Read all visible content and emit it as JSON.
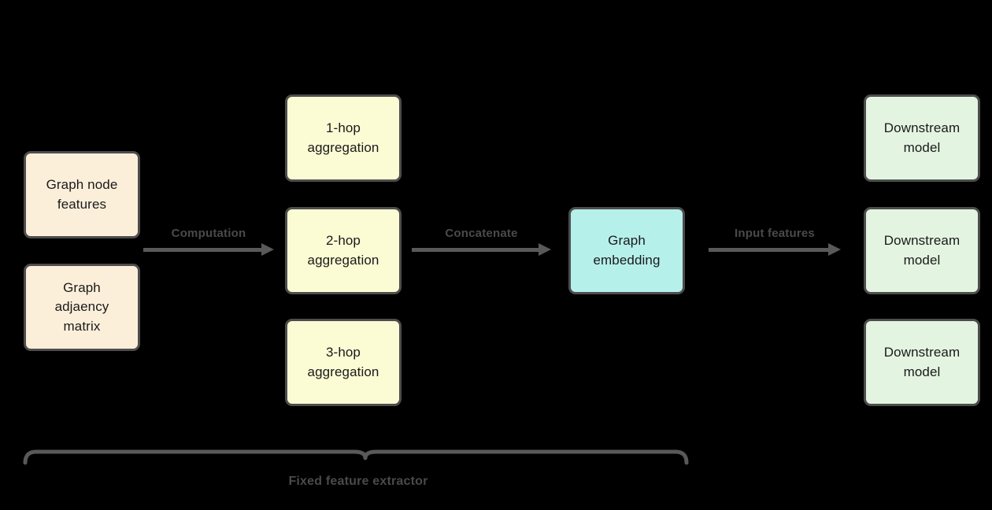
{
  "diagram": {
    "background_color": "#000000",
    "border_color": "#4d4d4d",
    "accent_color": "#595959",
    "inputs": [
      {
        "label": "Graph node\nfeatures",
        "fill": "#fcefda"
      },
      {
        "label": "Graph\nadjaency\nmatrix",
        "fill": "#fcefda"
      }
    ],
    "aggregations": [
      {
        "label": "1-hop\naggregation",
        "fill": "#fbfbd4"
      },
      {
        "label": "2-hop\naggregation",
        "fill": "#fbfbd4"
      },
      {
        "label": "3-hop\naggregation",
        "fill": "#fbfbd4"
      }
    ],
    "embedding": {
      "label": "Graph\nembedding",
      "fill": "#b6f0eb"
    },
    "downstream": [
      {
        "label": "Downstream\nmodel",
        "fill": "#e3f5e1"
      },
      {
        "label": "Downstream\nmodel",
        "fill": "#e3f5e1"
      },
      {
        "label": "Downstream\nmodel",
        "fill": "#e3f5e1"
      }
    ],
    "arrows": [
      {
        "label": "Computation"
      },
      {
        "label": "Concatenate"
      },
      {
        "label": "Input features"
      }
    ],
    "brace": {
      "label": "Fixed feature extractor"
    }
  }
}
